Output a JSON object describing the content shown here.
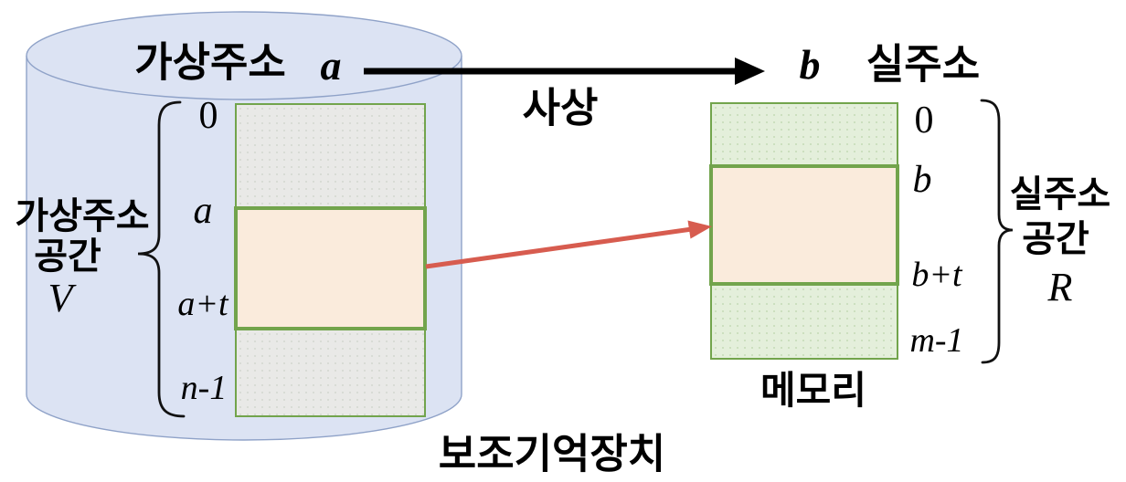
{
  "colors": {
    "canvas_bg": "#FFFFFF",
    "cylinder_fill": "#DCE3F3",
    "cylinder_stroke": "#8FA2C8",
    "segment_gray": "#E9E9E7",
    "segment_orange": "#FAEBDC",
    "segment_green": "#E4EFDB",
    "border_green": "#72A44C",
    "arrow_black": "#000000",
    "arrow_red": "#D75C4F"
  },
  "top": {
    "virtual_label": "가상주소",
    "virtual_symbol": "a",
    "mapping_label": "사상",
    "real_symbol": "b",
    "real_label": "실주소"
  },
  "virtual_space": {
    "line1": "가상주소",
    "line2": "공간",
    "symbol": "V",
    "ticks": [
      "0",
      "a",
      "a+t",
      "n-1"
    ],
    "caption": "보조기억장치"
  },
  "real_space": {
    "line1": "실주소",
    "line2": "공간",
    "symbol": "R",
    "ticks": [
      "0",
      "b",
      "b+t",
      "m-1"
    ],
    "caption": "메모리"
  }
}
